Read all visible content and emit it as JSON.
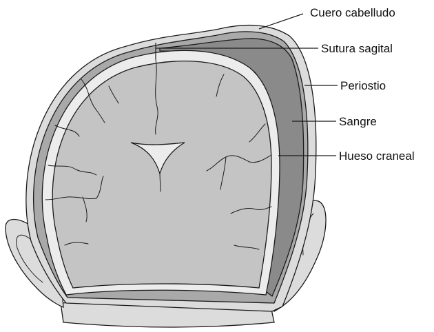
{
  "labels": {
    "scalp": "Cuero cabelludo",
    "sagittal_suture": "Sutura sagital",
    "periosteum": "Periostio",
    "blood": "Sangre",
    "cranial_bone": "Hueso craneal"
  },
  "colors": {
    "skin": "#dcdcdc",
    "brain": "#c4c4c4",
    "bone": "#ececec",
    "periosteum": "#a9a9a9",
    "blood": "#8a8a8a",
    "outline": "#1a1a1a"
  }
}
